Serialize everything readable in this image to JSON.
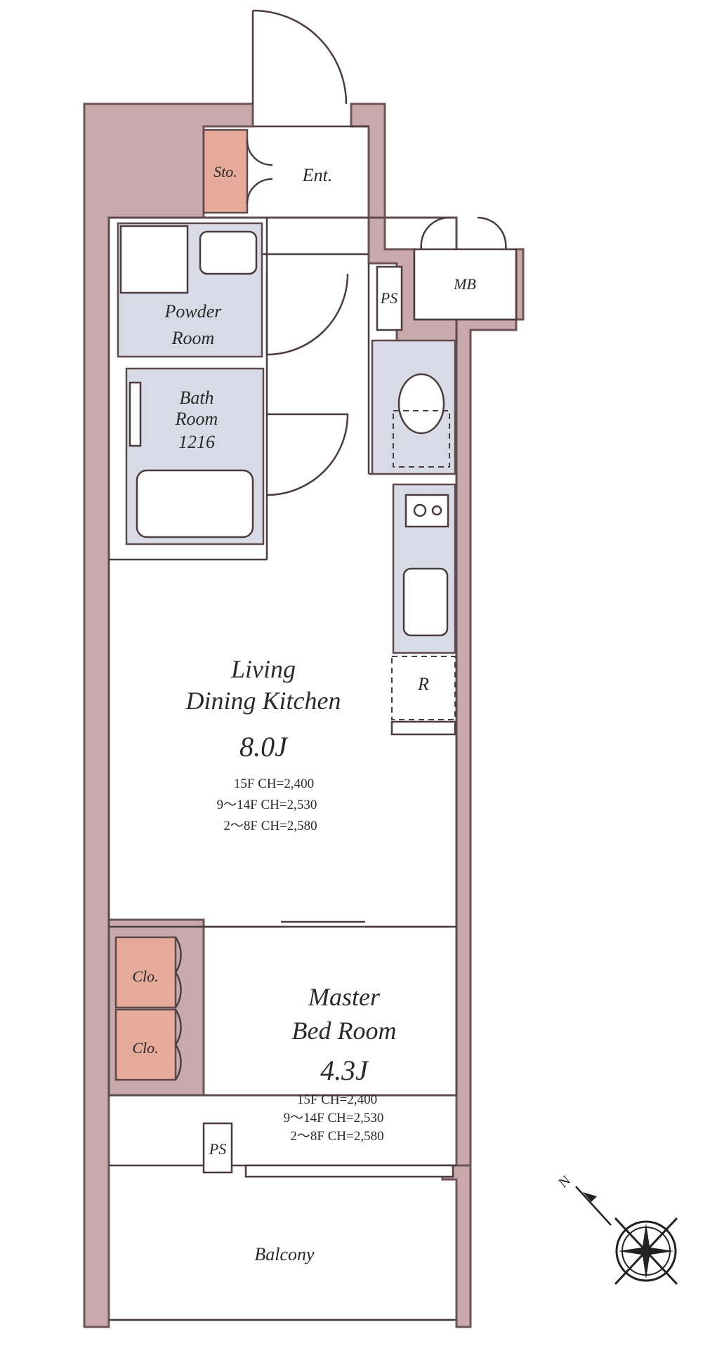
{
  "rooms": {
    "storage": "Sto.",
    "entrance": "Ent.",
    "meter_box": "MB",
    "pipe_space_top": "PS",
    "powder_room_line1": "Powder",
    "powder_room_line2": "Room",
    "bath_line1": "Bath",
    "bath_line2": "Room",
    "bath_line3": "1216",
    "refrigerator": "R",
    "ldk_line1": "Living",
    "ldk_line2": "Dining Kitchen",
    "ldk_area": "8.0J",
    "ldk_ch1": "15F CH=2,400",
    "ldk_ch2": "9～14F CH=2,530",
    "ldk_ch3": "2～8F CH=2,580",
    "closet_1": "Clo.",
    "closet_2": "Clo.",
    "bed_line1": "Master",
    "bed_line2": "Bed Room",
    "bed_area": "4.3J",
    "bed_ch1": "15F CH=2,400",
    "bed_ch2": "9～14F CH=2,530",
    "bed_ch3": "2～8F CH=2,580",
    "pipe_space_bottom": "PS",
    "balcony": "Balcony"
  },
  "compass": {
    "north_letter": "N"
  },
  "colors": {
    "wall": "#c9a9ab",
    "wet_area": "#d8dbe6",
    "closet": "#e5aa99"
  }
}
